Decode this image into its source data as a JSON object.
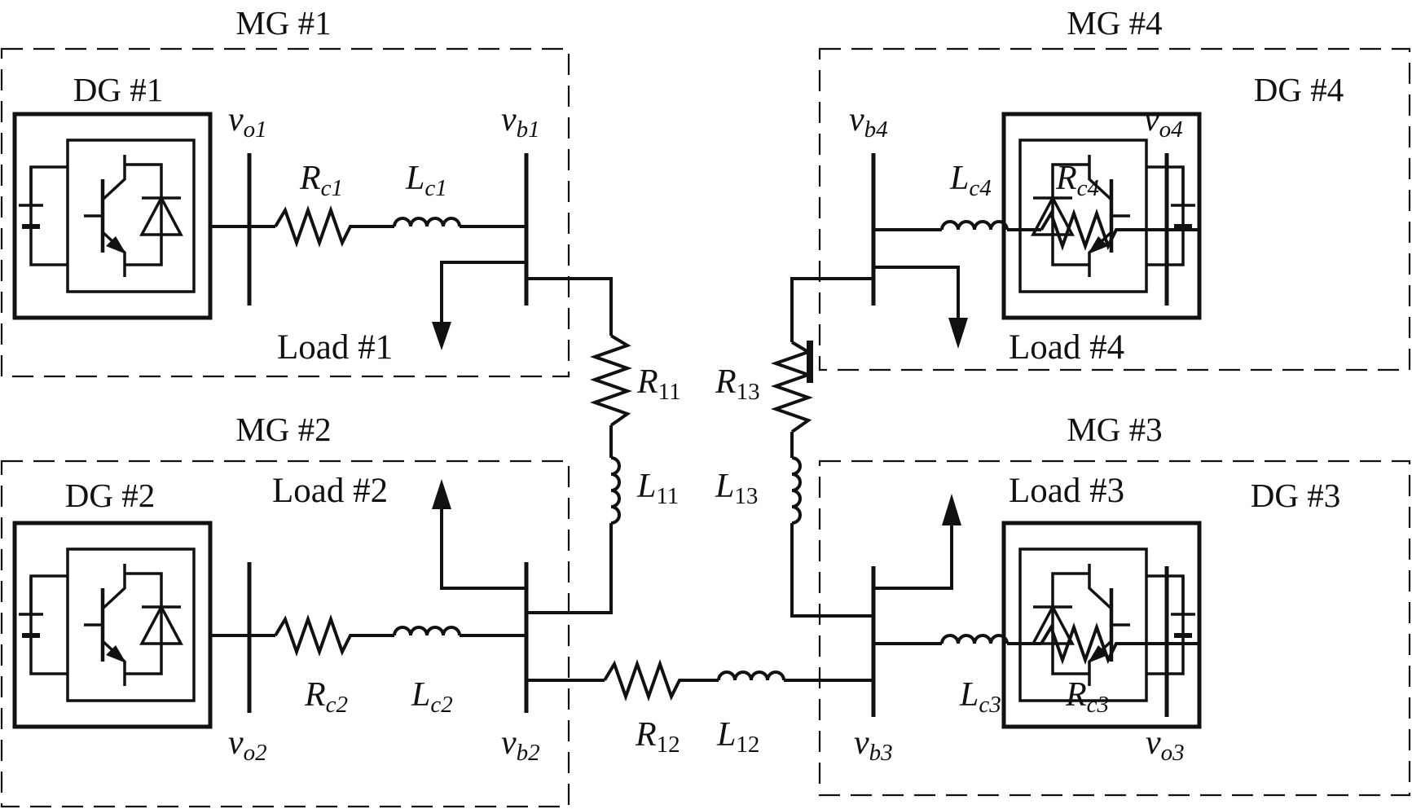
{
  "microgrids": [
    {
      "title": "MG #1",
      "dg": "DG #1",
      "load": "Load #1",
      "vo": "v",
      "vo_sub": "o1",
      "vb": "v",
      "vb_sub": "b1",
      "R": "R",
      "R_sub": "c1",
      "L": "L",
      "L_sub": "c1"
    },
    {
      "title": "MG #2",
      "dg": "DG #2",
      "load": "Load #2",
      "vo": "v",
      "vo_sub": "o2",
      "vb": "v",
      "vb_sub": "b2",
      "R": "R",
      "R_sub": "c2",
      "L": "L",
      "L_sub": "c2"
    },
    {
      "title": "MG #3",
      "dg": "DG #3",
      "load": "Load #3",
      "vo": "v",
      "vo_sub": "o3",
      "vb": "v",
      "vb_sub": "b3",
      "R": "R",
      "R_sub": "c3",
      "L": "L",
      "L_sub": "c3"
    },
    {
      "title": "MG #4",
      "dg": "DG #4",
      "load": "Load #4",
      "vo": "v",
      "vo_sub": "o4",
      "vb": "v",
      "vb_sub": "b4",
      "R": "R",
      "R_sub": "c4",
      "L": "L",
      "L_sub": "c4"
    }
  ],
  "lines": [
    {
      "R": "R",
      "R_sub": "11",
      "L": "L",
      "L_sub": "11"
    },
    {
      "R": "R",
      "R_sub": "12",
      "L": "L",
      "L_sub": "12"
    },
    {
      "R": "R",
      "R_sub": "13",
      "L": "L",
      "L_sub": "13"
    }
  ]
}
